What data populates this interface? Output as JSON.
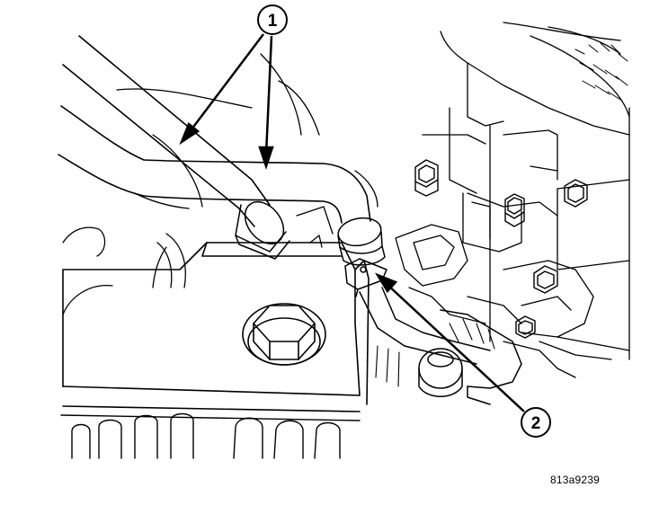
{
  "callouts": [
    {
      "number": "1"
    },
    {
      "number": "2"
    }
  ],
  "figure_id": "813a9239"
}
